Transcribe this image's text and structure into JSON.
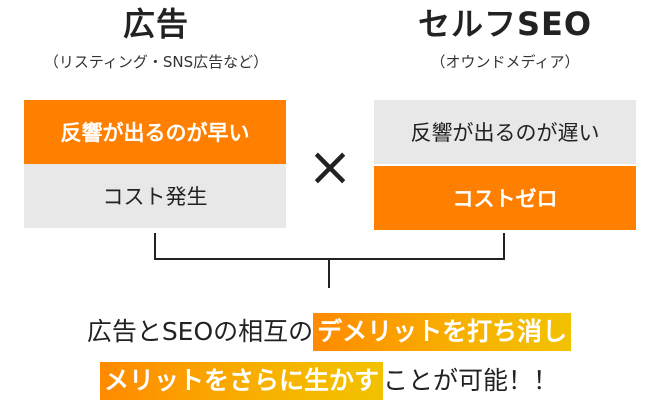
{
  "left": {
    "title": "広告",
    "subtitle": "（リスティング・SNS広告など）",
    "top_box": "反響が出るのが早い",
    "bottom_box": "コスト発生"
  },
  "right": {
    "title": "セルフSEO",
    "subtitle": "（オウンドメディア）",
    "top_box": "反響が出るのが遅い",
    "bottom_box": "コストゼロ"
  },
  "operator": "×",
  "conclusion": {
    "line1_prefix": "広告とSEOの相互の",
    "line1_highlight": "デメリットを打ち消し",
    "line2_highlight": "メリットをさらに生かす",
    "line2_suffix": "ことが可能！！"
  },
  "colors": {
    "accent_orange": "#ff8000",
    "box_gray": "#e8e8e8",
    "highlight_gradient_end": "#f2c200"
  }
}
